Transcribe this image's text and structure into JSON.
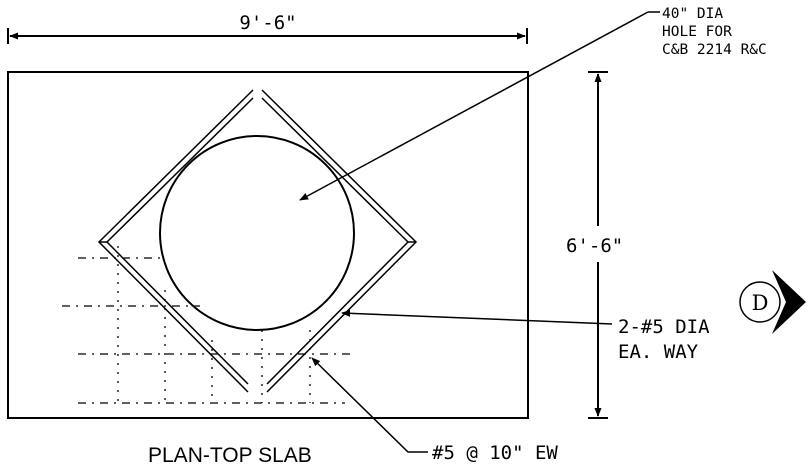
{
  "dimensions": {
    "width_label": "9'-6\"",
    "height_label": "6'-6\""
  },
  "callouts": {
    "hole": [
      "40\" DIA",
      "HOLE FOR",
      "C&B 2214 R&C"
    ],
    "diagonal_bars": [
      "2-#5 DIA",
      "EA. WAY"
    ],
    "grid_bars": "#5 @ 10\" EW"
  },
  "section_marker": {
    "letter": "D"
  },
  "title": "PLAN-TOP SLAB"
}
